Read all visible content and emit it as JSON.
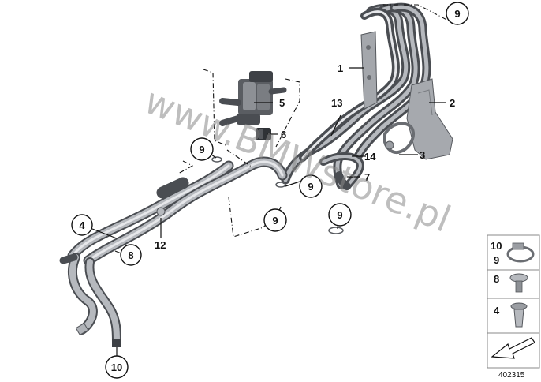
{
  "callouts": {
    "c1": "1",
    "c2": "2",
    "c3": "3",
    "c4": "4",
    "c5": "5",
    "c6": "6",
    "c7": "7",
    "c8": "8",
    "c12": "12",
    "c13": "13",
    "c14": "14",
    "c9_top": "9",
    "c9_valve": "9",
    "c9_mid_a": "9",
    "c9_mid_b": "9",
    "c9_mid_c": "9",
    "c10_bottom": "10"
  },
  "legend": {
    "row1_a": "10",
    "row1_b": "9",
    "row2": "8",
    "row3": "4"
  },
  "watermark": "www.BMWstore.pl",
  "document_id": "402315",
  "colors": {
    "hose_dark": "#4a4d52",
    "hose_light": "#b6b9be",
    "bracket": "#9a9da2"
  }
}
